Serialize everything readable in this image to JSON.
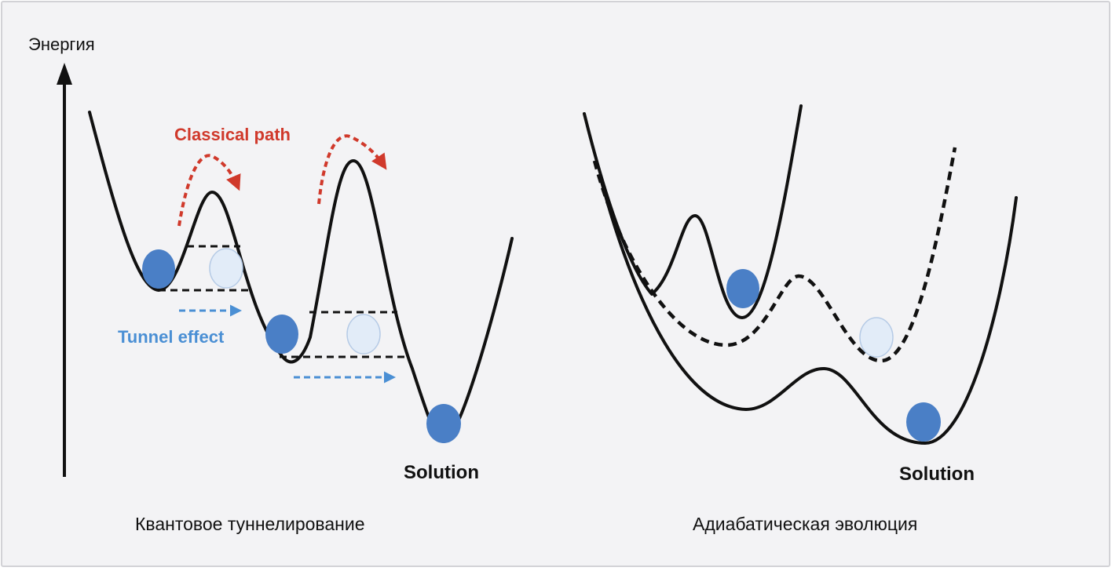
{
  "axis": {
    "label": "Энергия"
  },
  "left_panel": {
    "caption": "Квантовое туннелирование",
    "classical_label": "Classical path",
    "tunnel_label": "Tunnel effect",
    "solution_label": "Solution"
  },
  "right_panel": {
    "caption": "Адиабатическая эволюция",
    "solution_label": "Solution"
  },
  "colors": {
    "background": "#f3f3f5",
    "border": "#d2d2d6",
    "curve": "#111111",
    "ball": "#4a7fc6",
    "ghost_ball": "#e2ecf8",
    "ghost_ball_stroke": "#b6cbe6",
    "classical": "#d0392b",
    "tunnel": "#4a8fd4"
  }
}
